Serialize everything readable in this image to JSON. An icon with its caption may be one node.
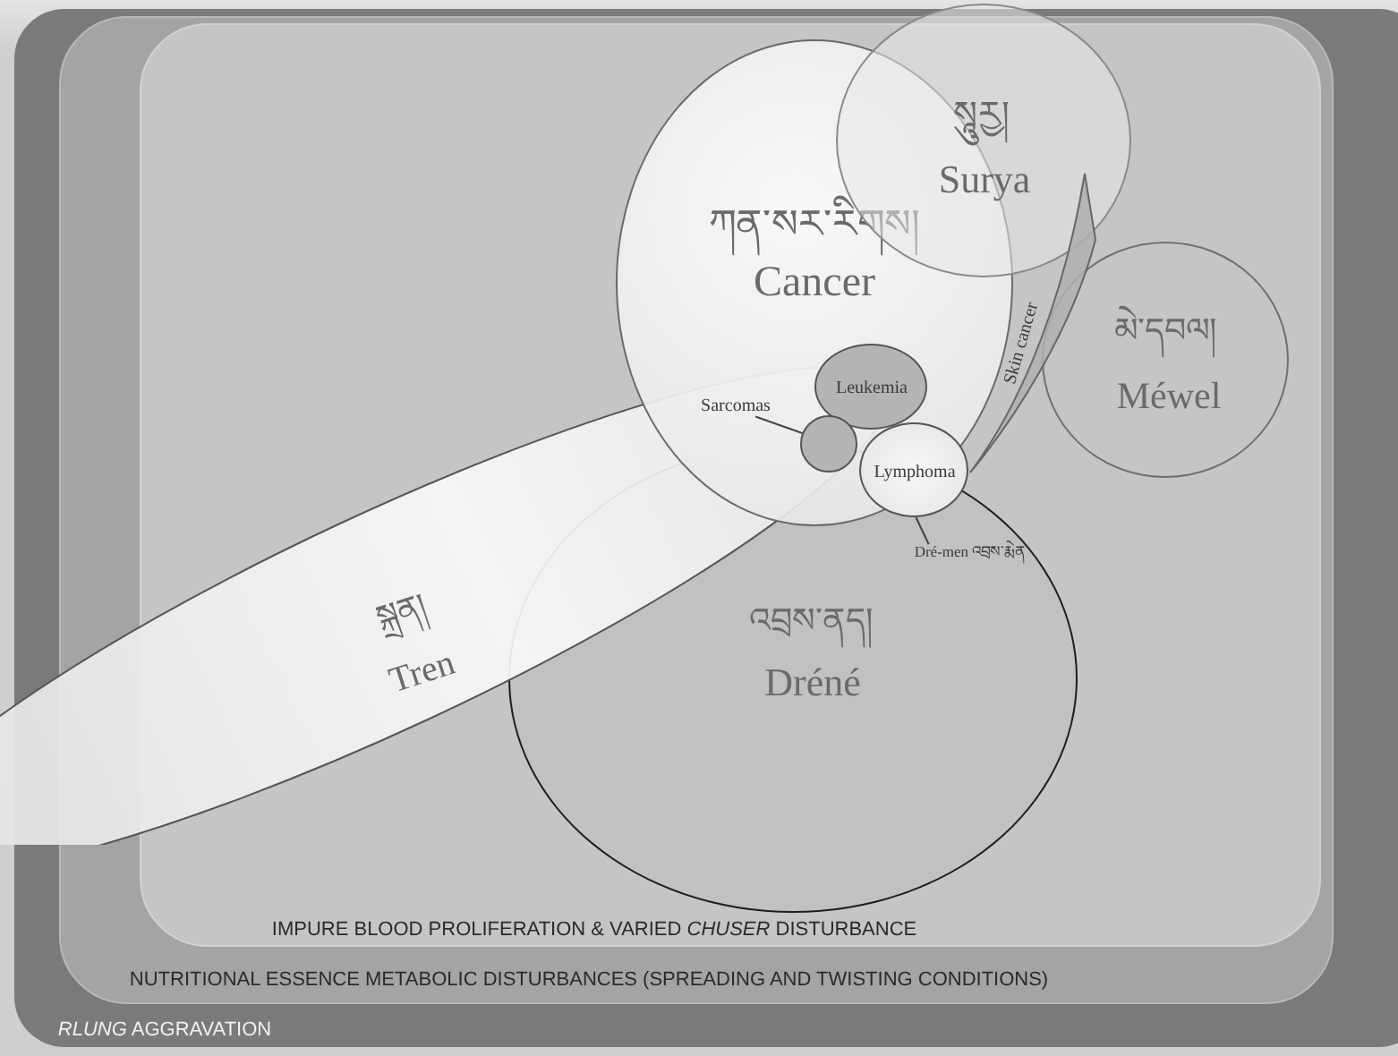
{
  "diagram": {
    "nodes": [
      {
        "text": [
          "*RLUNG* AGGRAVATION"
        ]
      },
      {
        "text": [
          "NUTRITIONAL ESSENCE METABOLIC DISTURBANCES (SPREADING AND TWISTING CONDITIONS)"
        ],
        "in": 0
      },
      {
        "text": [
          "IMPURE BLOOD PROLIFERATION & VARIED *CHUSER* DISTURBANCE"
        ],
        "in": 1
      },
      {
        "text": [
          "ཀན་སར་རིགས།",
          "Cancer"
        ],
        "in": 2
      },
      {
        "text": [
          "སཱུརྱ།",
          "Surya"
        ],
        "in": 2
      },
      {
        "text": [
          "Skin cancer"
        ],
        "in": 2
      },
      {
        "text": [
          "མེ་དབལ།",
          "Méwel"
        ],
        "in": 2
      },
      {
        "text": [
          "སྐྲན།",
          "Tren"
        ]
      },
      {
        "text": [
          "འབྲས་ནད།",
          "Dréné"
        ],
        "in": 2
      },
      {
        "text": [
          "Leukemia"
        ],
        "in": 3
      },
      {
        "text": [
          "Sarcomas"
        ]
      },
      {
        "text": [],
        "shape": "circle"
      },
      {
        "text": [
          "Lymphoma"
        ],
        "in": 3
      },
      {
        "text": [
          "Dré-men འབྲས་རྨེན"
        ],
        "in": 8
      }
    ],
    "edges": [
      {
        "from": 10,
        "to": 11,
        "arrow": "none"
      },
      {
        "from": 13,
        "to": 12,
        "arrow": "none"
      }
    ]
  }
}
